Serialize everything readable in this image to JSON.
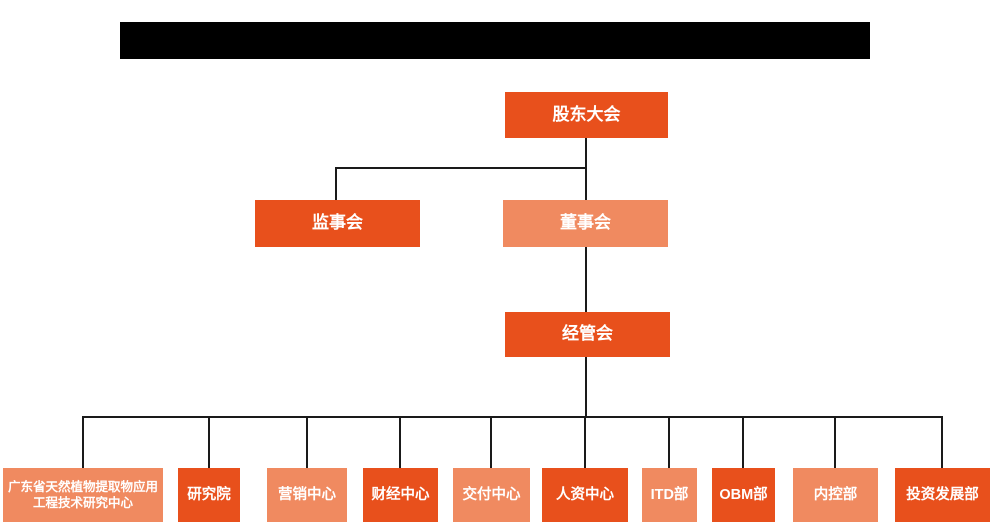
{
  "colors": {
    "primary": "#E8501C",
    "secondary": "#F08A60",
    "line": "#1a1a1a",
    "text": "#ffffff",
    "redaction": "#000000"
  },
  "header": {
    "redacted": true
  },
  "org_chart": {
    "nodes": {
      "shareholders_meeting": {
        "label": "股东大会",
        "variant": "dark"
      },
      "supervisory_board": {
        "label": "监事会",
        "variant": "dark"
      },
      "board_of_directors": {
        "label": "董事会",
        "variant": "light"
      },
      "management_committee": {
        "label": "经管会",
        "variant": "dark"
      }
    },
    "departments": [
      {
        "label": "广东省天然植物提取物应用工程技术研究中心",
        "variant": "light"
      },
      {
        "label": "研究院",
        "variant": "dark"
      },
      {
        "label": "营销中心",
        "variant": "light"
      },
      {
        "label": "财经中心",
        "variant": "dark"
      },
      {
        "label": "交付中心",
        "variant": "light"
      },
      {
        "label": "人资中心",
        "variant": "dark"
      },
      {
        "label": "ITD部",
        "variant": "light"
      },
      {
        "label": "OBM部",
        "variant": "dark"
      },
      {
        "label": "内控部",
        "variant": "light"
      },
      {
        "label": "投资发展部",
        "variant": "dark"
      }
    ]
  }
}
